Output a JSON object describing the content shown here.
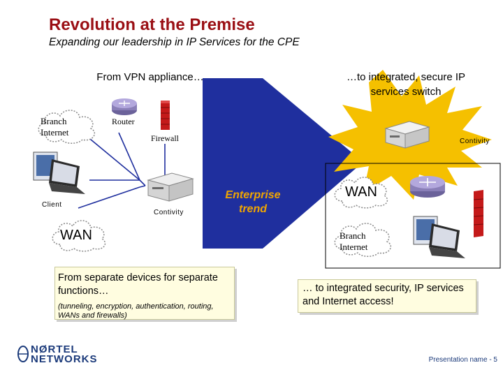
{
  "header": {
    "title": "Revolution at the Premise",
    "subtitle": "Expanding our leadership in IP Services for the CPE"
  },
  "left": {
    "heading": "From VPN appliance…",
    "cloud_label": "Branch Internet",
    "router_label": "Router",
    "firewall_label": "Firewall",
    "client_label": "Client",
    "contivity_label": "Contivity",
    "wan_label": "WAN",
    "box_main": "From separate devices for separate functions…",
    "box_note": "(tunneling, encryption, authentication, routing, WANs and firewalls)"
  },
  "center": {
    "trend_label": "Enterprise trend"
  },
  "right": {
    "heading": "…to integrated, secure IP services switch",
    "contivity_label": "Contivity",
    "wan_label": "WAN",
    "cloud_label": "Branch Internet",
    "box_main": "… to integrated security, IP services and Internet access!"
  },
  "footer": {
    "logo_line1": "NØRTEL",
    "logo_line2": "NETWORKS",
    "page_label": "Presentation name - 5"
  },
  "colors": {
    "title": "#9a0f14",
    "arrow": "#1f2f9e",
    "trend": "#f0a500",
    "starburst": "#f5c000",
    "firewall": "#c41a1a",
    "router": "#8a7fb8",
    "box_fill": "#fffde0",
    "logo": "#1b3a7a"
  }
}
